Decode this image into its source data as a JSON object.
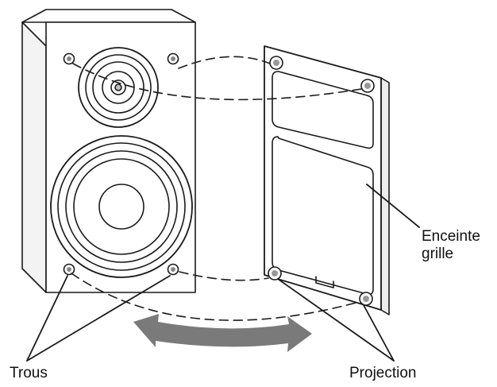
{
  "labels": {
    "grille_line1": "Enceinte",
    "grille_line2": "grille",
    "holes": "Trous",
    "projection": "Projection"
  },
  "colors": {
    "stroke": "#1a1a1a",
    "arrow": "#7a7a7a",
    "background": "#ffffff"
  },
  "icons": {
    "rotation_arrow": "curved-double-arrow-icon"
  }
}
